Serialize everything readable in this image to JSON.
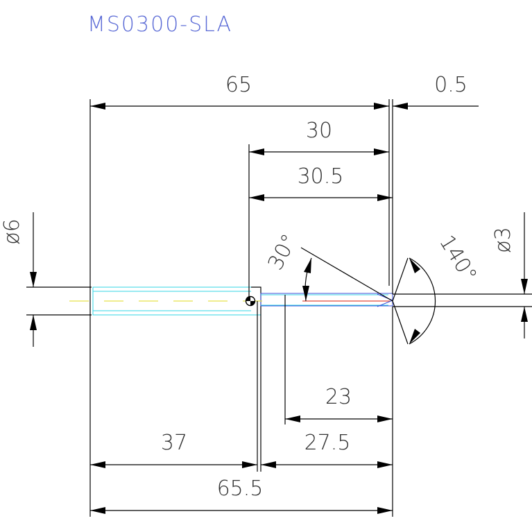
{
  "title": "MS0300-SLA",
  "colors": {
    "title": "#5b6bd6",
    "outline": "#000000",
    "part_cyan": "#33d6e6",
    "part_blue": "#3a4fd8",
    "centerline": "#e6e24a",
    "tip_red": "#e04a3a"
  },
  "dimensions": {
    "overall_65": "65",
    "gap_0_5": "0.5",
    "len_30": "30",
    "len_30_5": "30.5",
    "angle_30": "30°",
    "angle_140": "140°",
    "dia_6": "ø6",
    "dia_3": "ø3",
    "len_23": "23",
    "len_37": "37",
    "len_27_5": "27.5",
    "overall_65_5": "65.5"
  },
  "icons": {
    "datum": "datum-marker-icon"
  }
}
